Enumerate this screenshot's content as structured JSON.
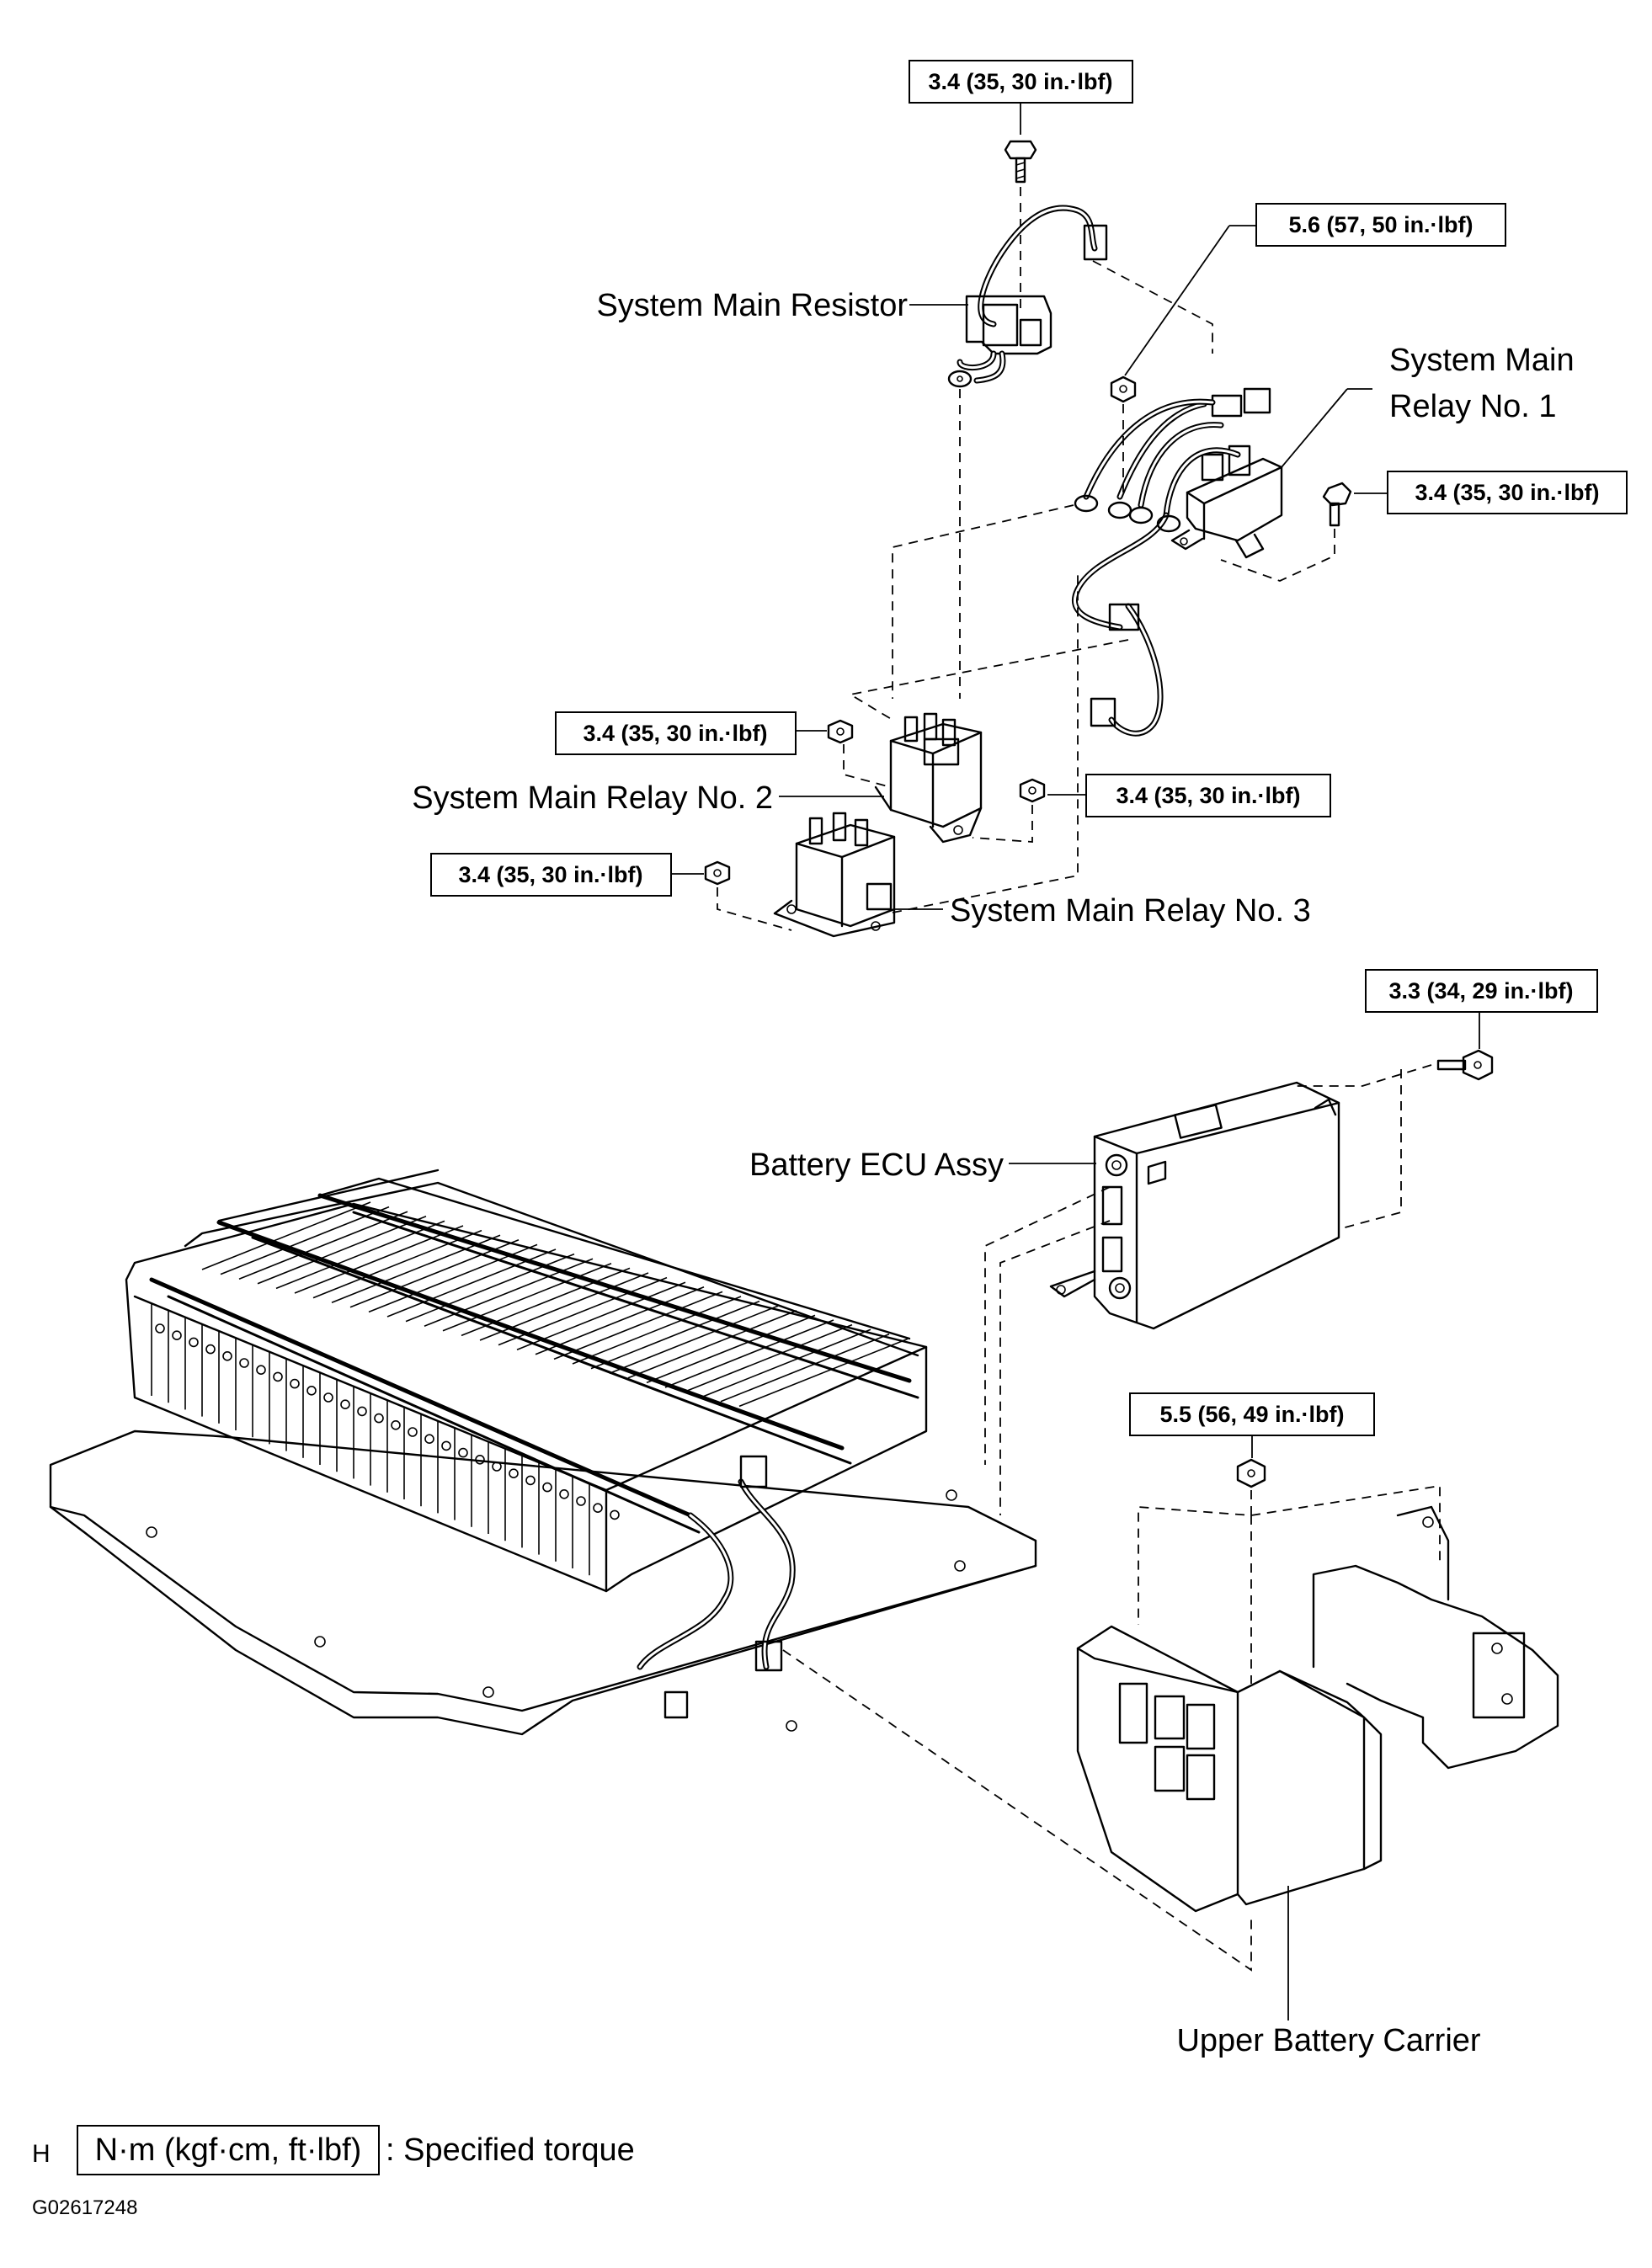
{
  "torque_specs": {
    "top_bolt": "3.4 (35, 30 in.·lbf)",
    "relay1_nut": "5.6 (57, 50 in.·lbf)",
    "relay1_bolt": "3.4 (35, 30 in.·lbf)",
    "relay2_left_nut": "3.4 (35, 30 in.·lbf)",
    "relay2_right_nut": "3.4 (35, 30 in.·lbf)",
    "relay3_nut": "3.4 (35, 30 in.·lbf)",
    "ecu_bolt": "3.3 (34, 29 in.·lbf)",
    "carrier_nut": "5.5 (56, 49 in.·lbf)"
  },
  "labels": {
    "system_main_resistor": "System Main Resistor",
    "system_main_relay_1_line1": "System Main",
    "system_main_relay_1_line2": "Relay No. 1",
    "system_main_relay_2": "System Main Relay No. 2",
    "system_main_relay_3": "System Main Relay No. 3",
    "battery_ecu_assy": "Battery ECU Assy",
    "upper_battery_carrier": "Upper Battery Carrier"
  },
  "legend": {
    "prefix": "H",
    "unit_box": "N·m (kgf·cm, ft·lbf)",
    "description": ": Specified torque"
  },
  "figure_code": "G02617248"
}
